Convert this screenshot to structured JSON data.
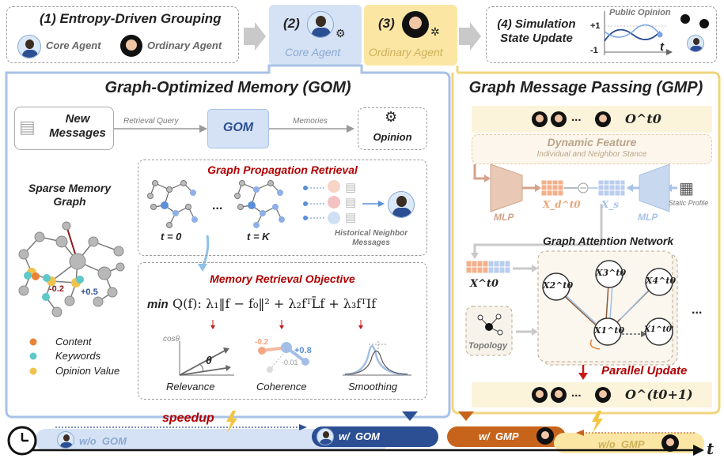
{
  "step1": {
    "title": "(1) Entropy-Driven Grouping",
    "core": "Core Agent",
    "ordinary": "Ordinary Agent"
  },
  "step2": {
    "title": "(2)",
    "label": "Core Agent"
  },
  "step3": {
    "title": "(3)",
    "label": "Ordinary Agent"
  },
  "step4": {
    "title_line1": "(4) Simulation",
    "title_line2": "State Update",
    "chart_label": "Public Opinion",
    "y_plus": "+1",
    "y_minus": "-1",
    "t": "t"
  },
  "gom": {
    "title": "Graph-Optimized Memory (GOM)",
    "new_messages": "New Messages",
    "retrieval_query": "Retrieval Query",
    "gom_box": "GOM",
    "memories": "Memories",
    "opinion": "Opinion",
    "sparse_title": "Sparse Memory Graph",
    "neg": "-0.2",
    "pos": "+0.5",
    "legend": [
      "Content",
      "Keywords",
      "Opinion Value"
    ],
    "gpr_title": "Graph Propagation Retrieval",
    "t0": "t = 0",
    "tk": "t = K",
    "dots": "...",
    "historical": "Historical Neighbor Messages",
    "mro_title": "Memory Retrieval Objective",
    "formula_min": "min",
    "formula": "Q(f): λ₁‖f − f₀‖² + λ₂fᵀL̄f + λ₃fᵀIf",
    "cos_label": "cosθ",
    "theta": "θ",
    "coh_neg": "-0.2",
    "coh_pos": "+0.8",
    "coh_small": "-0.01",
    "sub_labels": [
      "Relevance",
      "Coherence",
      "Smoothing"
    ]
  },
  "gmp": {
    "title": "Graph Message Passing (GMP)",
    "o_top": "O^t0",
    "dots": "...",
    "dyn_title": "Dynamic Feature",
    "dyn_sub": "Individual and Neighbor Stance",
    "mlp": "MLP",
    "xd": "X_d^t0",
    "xs": "X_s",
    "static": "Static Profile",
    "gan_title": "Graph Attention Network",
    "x_t0": "X^t0",
    "topology": "Topology",
    "nodes": [
      "X2^t0",
      "X3^t0",
      "X4^t0",
      "X1^t0",
      "X1^t0'"
    ],
    "parallel": "Parallel Update",
    "o_bottom": "O^(t0+1)",
    "ellipsis": "..."
  },
  "timeline": {
    "speedup": "speedup",
    "wo_gom": "w/o  GOM",
    "w_gom": "w/  GOM",
    "w_gmp": "w/  GMP",
    "wo_gmp": "w/o  GMP",
    "t": "t"
  },
  "colors": {
    "blue_panel": "#a9c2e6",
    "yellow_panel": "#f1d57d",
    "red_title": "#b00000",
    "dark_blue": "#2c4f93",
    "orange": "#c7641c"
  }
}
